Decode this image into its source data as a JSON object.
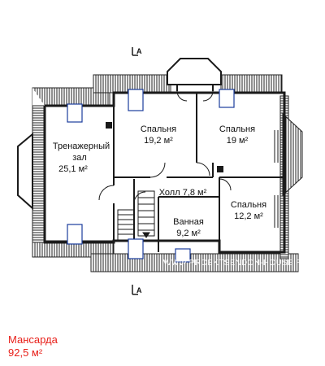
{
  "plan": {
    "rooms": [
      {
        "name": "Тренажерный",
        "name2": "зал",
        "area": "25,1 м²"
      },
      {
        "name": "Спальня",
        "area": "19,2 м²"
      },
      {
        "name": "Спальня",
        "area": "19 м²"
      },
      {
        "name": "Холл 7,8 м²"
      },
      {
        "name": "Ванная",
        "area": "9,2 м²"
      },
      {
        "name": "Спальня",
        "area": "12,2 м²"
      }
    ],
    "section_marks": [
      "A",
      "A"
    ],
    "watermark": "WWW.PROEKTSENDON-HOUSE.RU"
  },
  "caption": {
    "title": "Мансарда",
    "area": "92,5 м²"
  },
  "colors": {
    "wall": "#1a1a1a",
    "window": "#1a3c9c",
    "caption": "#e8201a"
  }
}
